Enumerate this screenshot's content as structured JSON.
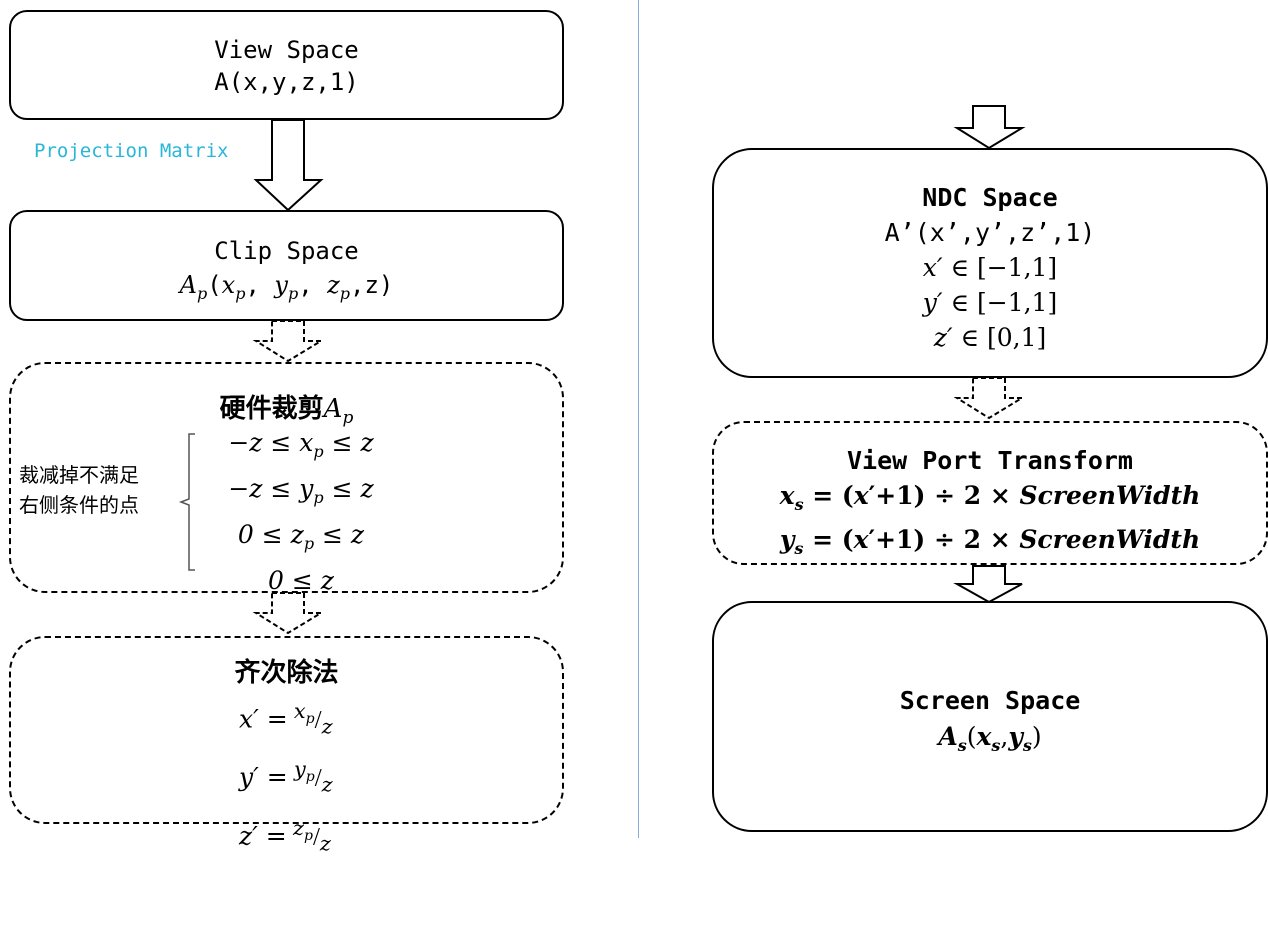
{
  "left": {
    "view_space": {
      "title": "View Space",
      "coord": "A(x,y,z,1)"
    },
    "projection_label": "Projection Matrix",
    "clip_space": {
      "title": "Clip Space",
      "coord_base": "A",
      "coord_sub": "p",
      "coord_args": "(x_p, y_p, z_p, z)"
    },
    "clipping": {
      "title": "硬件裁剪",
      "title_var": "A",
      "title_sub": "p",
      "side_note_line1": "裁减掉不满足",
      "side_note_line2": "右侧条件的点",
      "conditions": [
        "−z ≤ x_p ≤ z",
        "−z ≤ y_p ≤ z",
        "0 ≤ z_p ≤ z",
        "0 ≤ z"
      ]
    },
    "homogeneous": {
      "title": "齐次除法",
      "rows": [
        {
          "lhs": "x′ =",
          "num": "x",
          "num_sub": "p",
          "den": "z"
        },
        {
          "lhs": "y′ =",
          "num": "y",
          "num_sub": "p",
          "den": "z"
        },
        {
          "lhs": "z′ =",
          "num": "z",
          "num_sub": "p",
          "den": "z"
        }
      ]
    }
  },
  "right": {
    "ndc_space": {
      "title": "NDC Space",
      "coord": "A’(x’,y’,z’,1)",
      "ranges": [
        "x′ ∈ [−1,1]",
        "y′ ∈ [−1,1]",
        "z′ ∈ [0,1]"
      ]
    },
    "viewport": {
      "title": "View Port Transform",
      "eq1": "x_s = (x′+1) ÷ 2 × ScreenWidth",
      "eq2": "y_s = (x′+1) ÷ 2 × ScreenWidth"
    },
    "screen_space": {
      "title": "Screen Space",
      "coord": "A_s(x_s, y_s)"
    }
  },
  "colors": {
    "projection_label": "#29b6d8",
    "divider": "#8ea9db",
    "border": "#000000"
  }
}
